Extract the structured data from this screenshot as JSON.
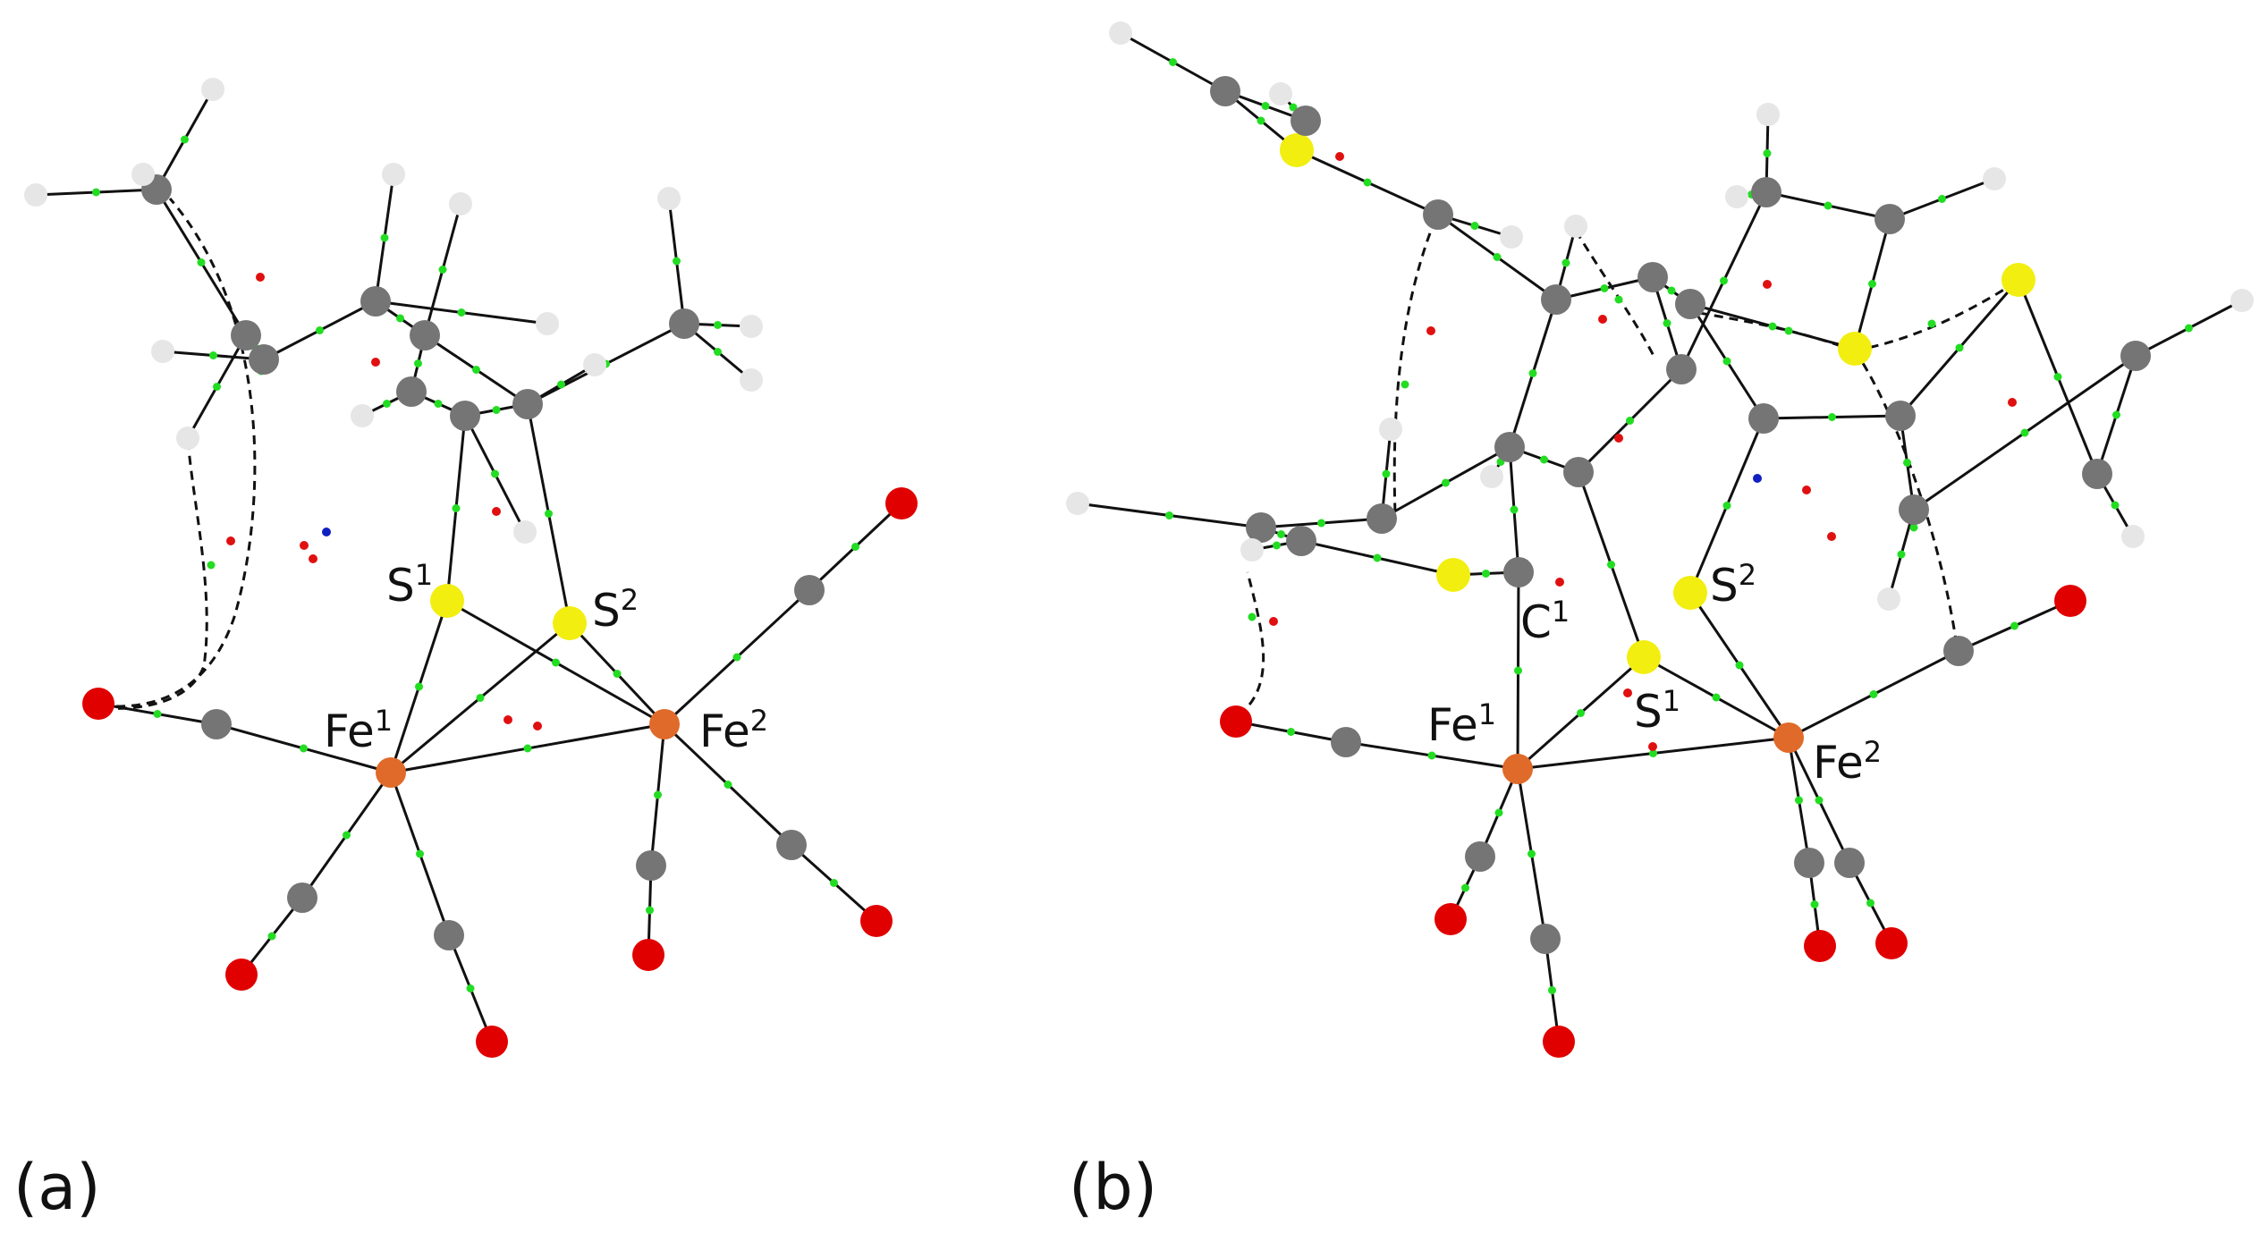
{
  "colors": {
    "carbon": "#757575",
    "hydrogen": "#e6e6e6",
    "sulfur": "#f2ee10",
    "oxygen": "#e00000",
    "iron": "#e06a2a",
    "bcp": "#22dd22",
    "rcp": "#e01010",
    "ccp": "#1020c0",
    "bond": "#111111"
  },
  "panels": [
    {
      "id": "a",
      "label": "(a)",
      "atom_labels": [
        {
          "element": "S",
          "index": "1"
        },
        {
          "element": "S",
          "index": "2"
        },
        {
          "element": "Fe",
          "index": "1"
        },
        {
          "element": "Fe",
          "index": "2"
        }
      ]
    },
    {
      "id": "b",
      "label": "(b)",
      "atom_labels": [
        {
          "element": "C",
          "index": "1"
        },
        {
          "element": "S",
          "index": "1"
        },
        {
          "element": "S",
          "index": "2"
        },
        {
          "element": "Fe",
          "index": "1"
        },
        {
          "element": "Fe",
          "index": "2"
        }
      ]
    }
  ]
}
